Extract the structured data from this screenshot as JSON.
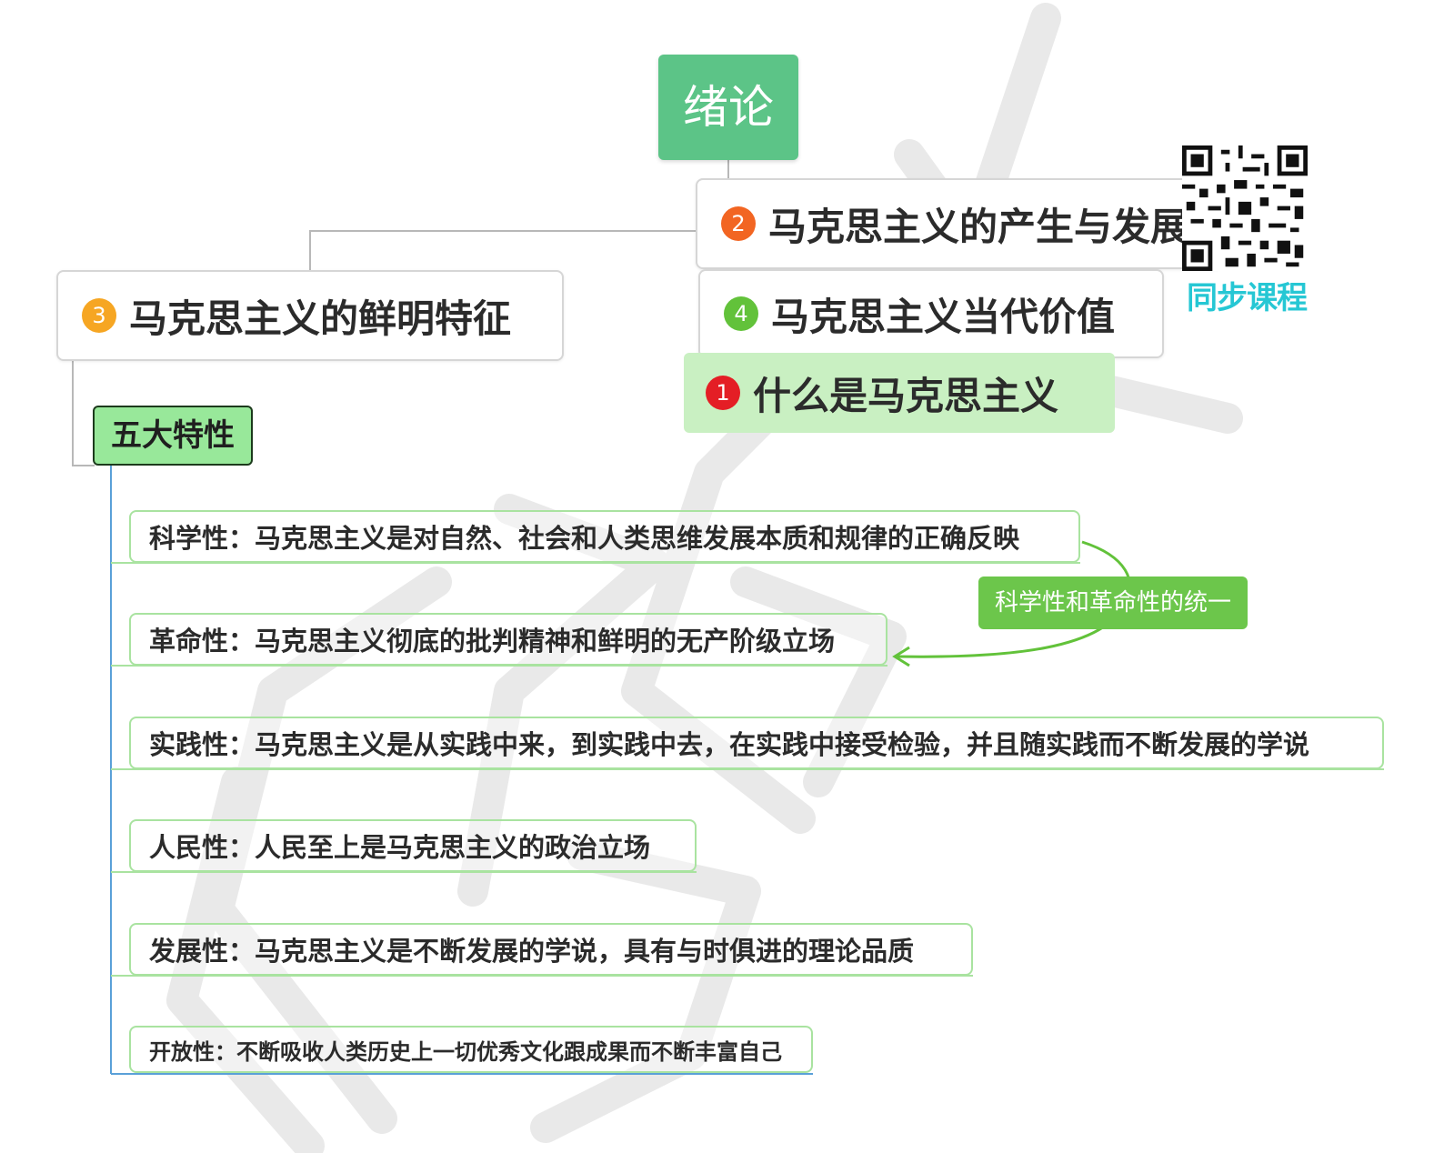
{
  "root": {
    "label": "绪论"
  },
  "topics": [
    {
      "marker": "2",
      "label": "马克思主义的产生与发展"
    },
    {
      "marker": "3",
      "label": "马克思主义的鲜明特征"
    },
    {
      "marker": "4",
      "label": "马克思主义当代价值"
    },
    {
      "marker": "1",
      "label": "什么是马克思主义"
    }
  ],
  "subtopic": {
    "label": "五大特性"
  },
  "leaves": [
    "科学性：马克思主义是对自然、社会和人类思维发展本质和规律的正确反映",
    "革命性：马克思主义彻底的批判精神和鲜明的无产阶级立场",
    "实践性：马克思主义是从实践中来，到实践中去，在实践中接受检验，并且随实践而不断发展的学说",
    "人民性：人民至上是马克思主义的政治立场",
    "发展性：马克思主义是不断发展的学说，具有与时俱进的理论品质",
    "开放性：不断吸收人类历史上一切优秀文化跟成果而不断丰富自己"
  ],
  "relation": {
    "label": "科学性和革命性的统一"
  },
  "qr": {
    "caption": "同步课程"
  },
  "colors": {
    "root": "#5cc487",
    "marker_2": "#f26522",
    "marker_3": "#f6a623",
    "marker_4": "#62c23a",
    "marker_1": "#e41e25",
    "subtopic": "#98e89a",
    "leaf_border": "#a9e3a0",
    "relation": "#6cc64b",
    "branch_line": "#5aa0d8",
    "qr_caption": "#26c7d4"
  }
}
